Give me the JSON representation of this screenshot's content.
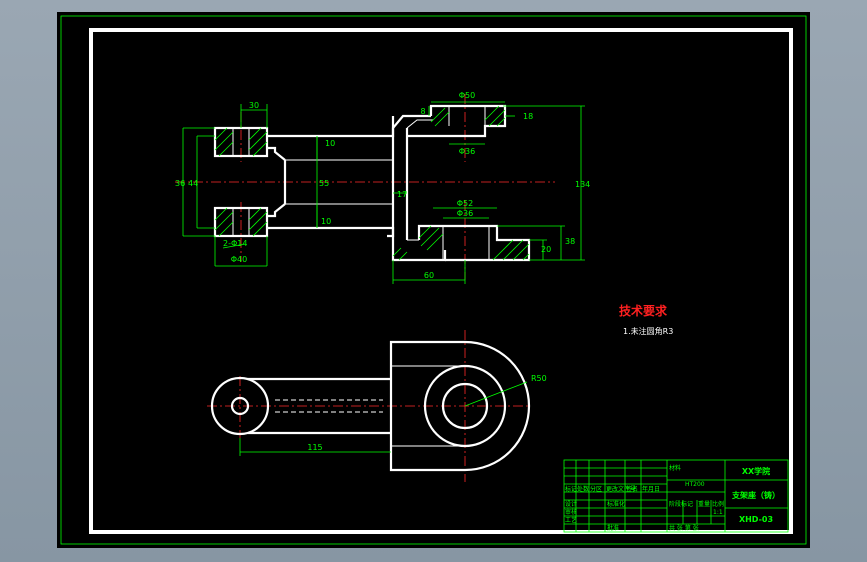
{
  "colors": {
    "background": "#8796a3",
    "sheet": "#000000",
    "frame": "#00ff00",
    "geometry": "#ffffff",
    "centerline": "#ff2a2a",
    "title": "#ff2020"
  },
  "top_view_dims": {
    "d30": "30",
    "d8": "8",
    "d650": "Φ50",
    "d18": "18",
    "d10a": "10",
    "d636": "Φ36",
    "d36": "36",
    "d44": "44",
    "d55": "55",
    "d17": "17",
    "d134": "134",
    "d652": "Φ52",
    "d836": "Φ36",
    "d10b": "10",
    "d214": "2-Φ14",
    "d20": "20",
    "d38": "38",
    "d640": "Φ40",
    "d60": "60"
  },
  "front_view_dims": {
    "r50": "R50",
    "length": "115"
  },
  "tech": {
    "title": "技术要求",
    "note": "1.未注圆角R3"
  },
  "title_block": {
    "material_label": "材料",
    "material": "HT200",
    "school": "XX学院",
    "part_name": "支架座（铸）",
    "drawing_no": "XHD-03",
    "scale": "1:1",
    "row_labels": [
      "标记",
      "处数",
      "分区",
      "更改文件号",
      "签名",
      "年月日"
    ],
    "designer": "设计",
    "standard": "标准化",
    "check": "审核",
    "process": "工艺",
    "approve": "批准",
    "stage": "阶段标记",
    "weight": "重量",
    "ratio": "比例",
    "sheets": "共  张  第  张"
  }
}
